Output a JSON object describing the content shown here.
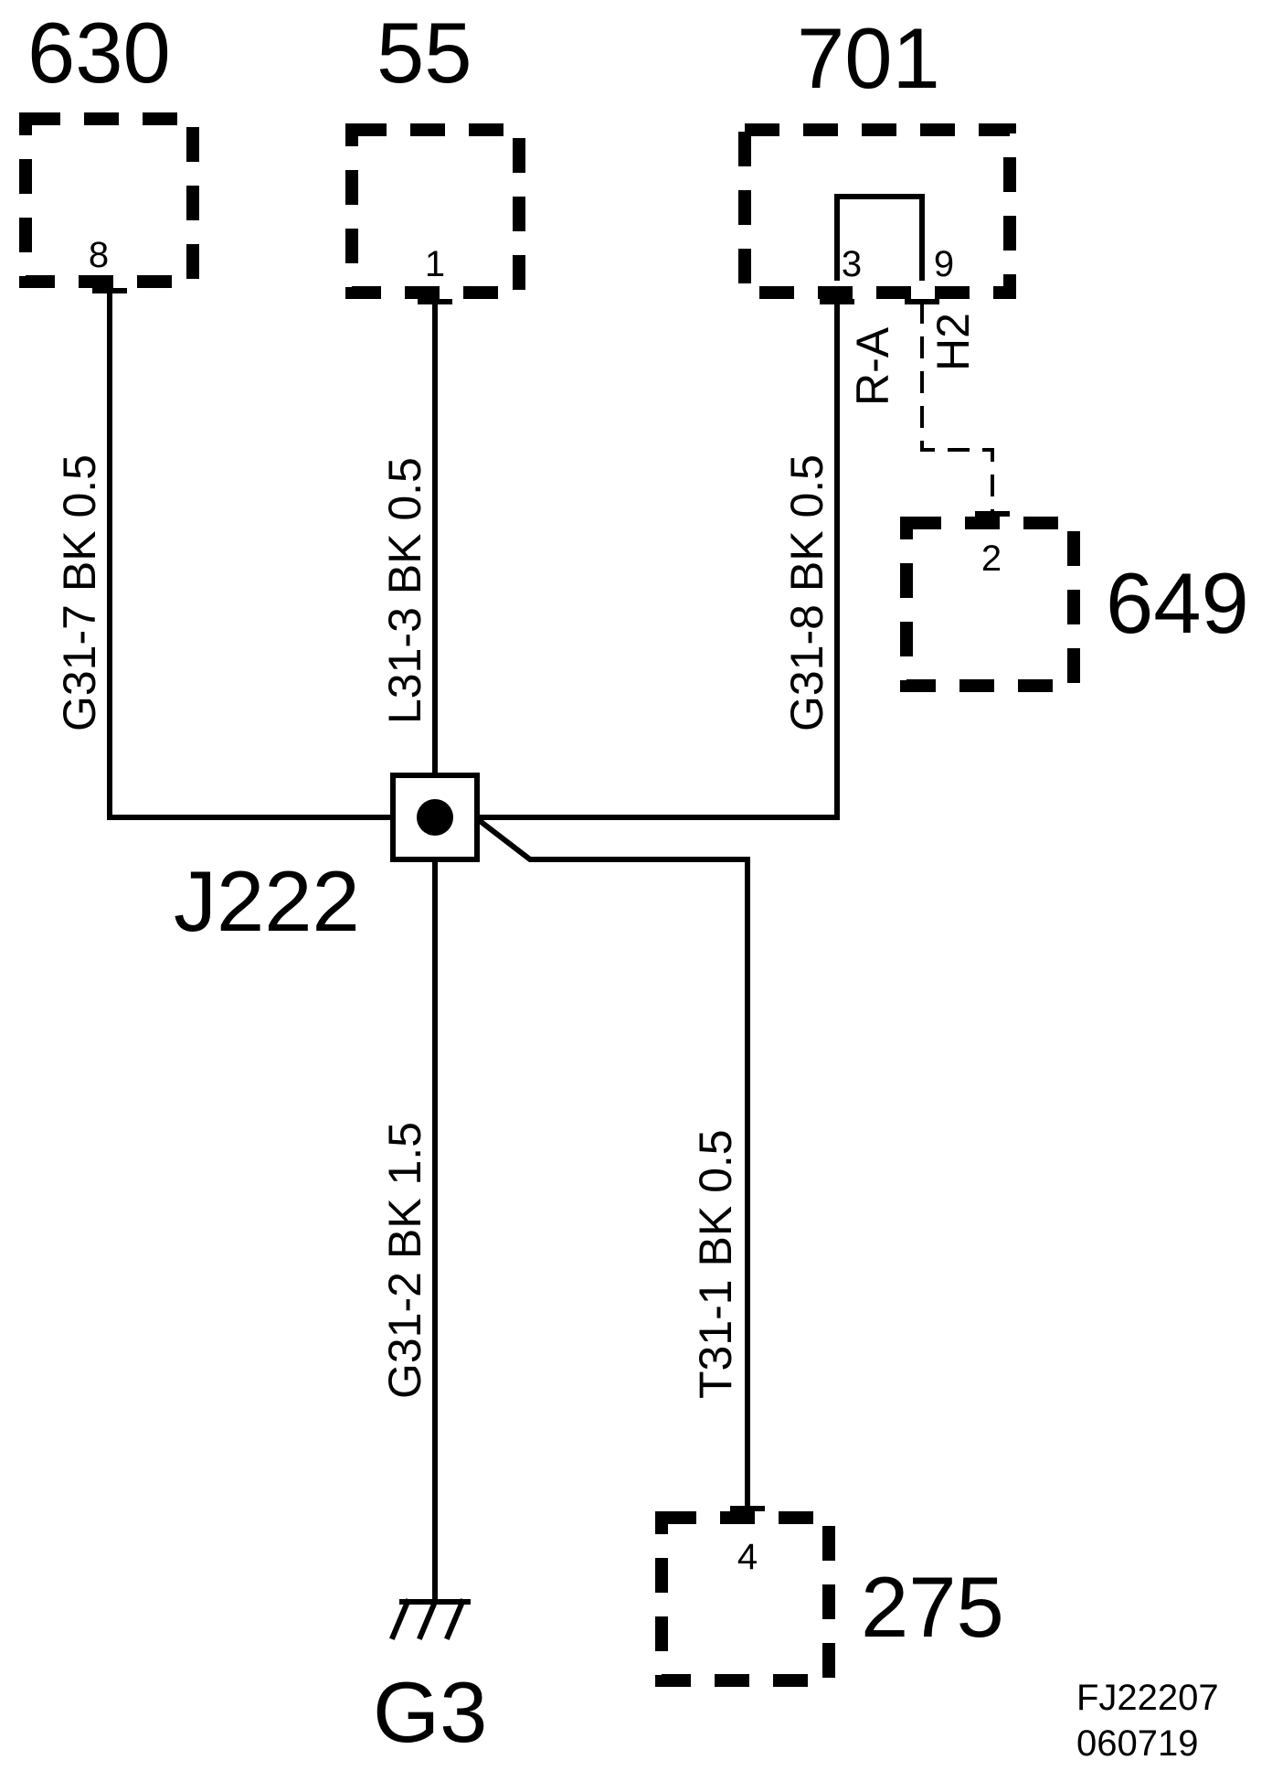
{
  "components": {
    "c630": {
      "id": "630",
      "pin": "8"
    },
    "c55": {
      "id": "55",
      "pin": "1"
    },
    "c701": {
      "id": "701",
      "pin_a": "3",
      "pin_b": "9"
    },
    "c649": {
      "id": "649",
      "pin": "2"
    },
    "c275": {
      "id": "275",
      "pin": "4"
    }
  },
  "splice": {
    "id": "J222"
  },
  "ground": {
    "id": "G3"
  },
  "wires": {
    "w1": {
      "label": "G31-7  BK  0.5"
    },
    "w2": {
      "label": "L31-3  BK  0.5"
    },
    "w3": {
      "label": "G31-8  BK  0.5"
    },
    "w4": {
      "label": "G31-2  BK   1.5"
    },
    "w5": {
      "label": "T31-1  BK  0.5"
    },
    "ra": {
      "label": "R-A"
    },
    "h2": {
      "label": "H2"
    }
  },
  "reference": {
    "line1": "FJ22207",
    "line2": "060719"
  }
}
